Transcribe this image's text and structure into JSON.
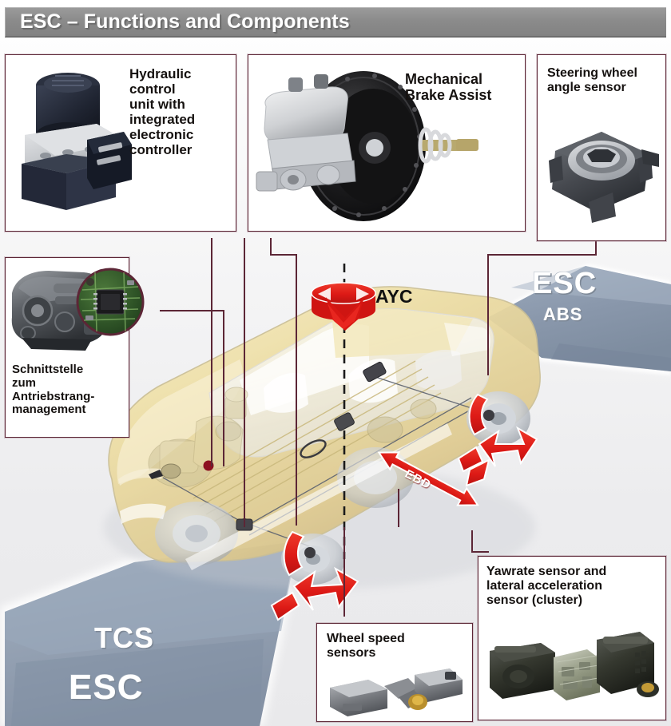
{
  "header": {
    "title": "ESC – Functions and Components"
  },
  "panels": [
    {
      "id": "hydraulic-control-unit",
      "caption": "Hydraulic\ncontrol\nunit with\nintegrated\nelectronic\ncontroller",
      "image": "hydraulic-control-unit-photo"
    },
    {
      "id": "mechanical-brake-assist",
      "caption": "Mechanical\nBrake Assist",
      "image": "brake-booster-master-cylinder-photo"
    },
    {
      "id": "steering-wheel-angle-sensor",
      "caption": "Steering wheel\nangle sensor",
      "image": "steering-angle-sensor-photo"
    },
    {
      "id": "powertrain-interface",
      "caption": "Schnittstelle\nzum\nAntriebstrang-\nmanagement",
      "image": "engine-with-ecu-inset-photo"
    },
    {
      "id": "wheel-speed-sensors",
      "caption": "Wheel speed\nsensors",
      "image": "wheel-speed-sensor-photo"
    },
    {
      "id": "yawrate-sensor-cluster",
      "caption": "Yawrate sensor and\nlateral acceleration\nsensor (cluster)",
      "image": "yawrate-sensor-cluster-photo"
    }
  ],
  "road_labels": [
    {
      "id": "esc-top",
      "text": "ESC"
    },
    {
      "id": "abs-top",
      "text": "ABS"
    },
    {
      "id": "tcs-bottom",
      "text": "TCS"
    },
    {
      "id": "esc-bottom",
      "text": "ESC"
    }
  ],
  "diagram_labels": [
    {
      "id": "ayc",
      "text": "AYC"
    },
    {
      "id": "ebd",
      "text": "EBD"
    }
  ],
  "colors": {
    "title_bar": "#8b8b8b",
    "panel_border": "#5c2636",
    "arrow_red": "#e2201d",
    "road_blue_gray": "#8b9aae",
    "car_body": "#efe0a8",
    "background": "#eeeef0"
  }
}
